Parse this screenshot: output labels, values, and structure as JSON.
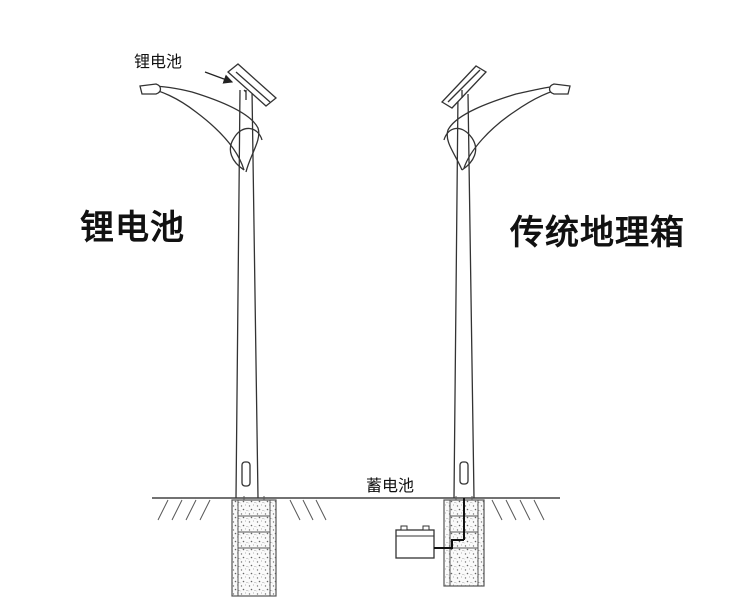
{
  "left": {
    "callout": "锂电池",
    "title": "锂电池"
  },
  "right": {
    "callout": "蓄电池",
    "title": "传统地理箱"
  },
  "colors": {
    "line": "#333333",
    "ground": "#555555",
    "concrete": "#888888"
  }
}
